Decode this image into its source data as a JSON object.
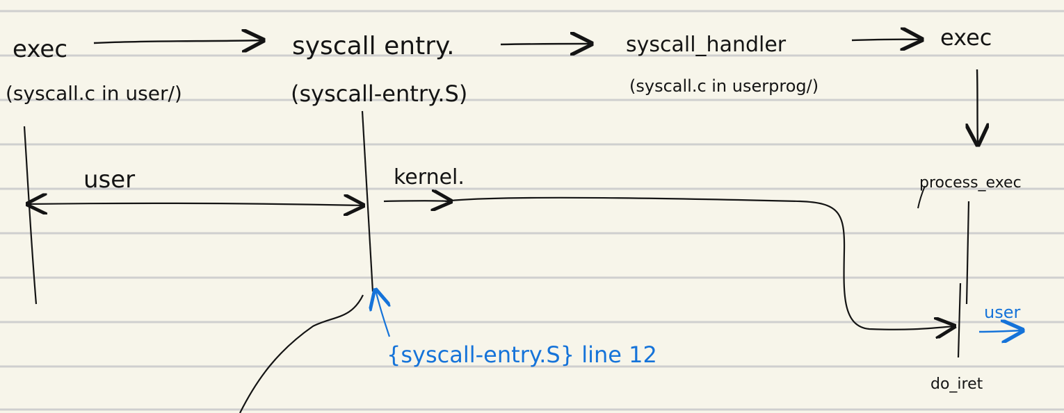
{
  "labels": {
    "exec_user": "exec",
    "exec_user_sub": "(syscall.c in user/)",
    "syscall_entry": "syscall entry.",
    "syscall_entry_sub": "(syscall-entry.S)",
    "syscall_handler": "syscall_handler",
    "syscall_handler_sub": "(syscall.c in userprog/)",
    "exec_kernel": "exec",
    "process_exec": "process_exec",
    "user_region": "user",
    "kernel_region": "kernel.",
    "do_iret": "do_iret",
    "user_return": "user",
    "annotation": "{syscall-entry.S} line 12"
  },
  "colors": {
    "paper": "#f7f5ea",
    "ruled_line": "#cfcfcf",
    "ink": "#141414",
    "blue_ink": "#1573d9"
  }
}
